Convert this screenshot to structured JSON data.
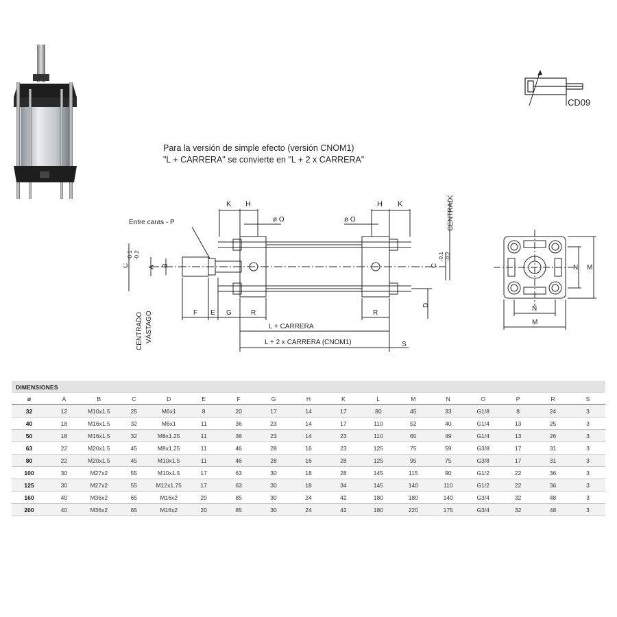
{
  "note": {
    "line1": "Para la versión de simple efecto (versión CNOM1)",
    "line2": "\"L + CARRERA\" se convierte en \"L + 2 x CARRERA\""
  },
  "symbol": {
    "code": "CD09"
  },
  "drawing": {
    "labels": {
      "k": "K",
      "h": "H",
      "phi_o": "ø O",
      "entre_caras": "Entre caras - P",
      "a": "A",
      "b": "B",
      "c": "C",
      "c_tol": "-0.1",
      "c_tol2": "-0.2",
      "centrado": "CENTRADO",
      "vastago": "VÁSTAGO",
      "f": "F",
      "e": "E",
      "g": "G",
      "r": "R",
      "d": "D",
      "l_carrera": "L + CARRERA",
      "l_2_carrera": "L + 2 x CARRERA (CNOM1)",
      "s": "S",
      "n": "N",
      "m": "M"
    }
  },
  "table": {
    "title": "DIMENSIONES",
    "headers": [
      "ø",
      "A",
      "B",
      "C",
      "D",
      "E",
      "F",
      "G",
      "H",
      "K",
      "L",
      "M",
      "N",
      "O",
      "P",
      "R",
      "S"
    ],
    "rows": [
      [
        "32",
        "12",
        "M10x1.5",
        "25",
        "M6x1",
        "8",
        "20",
        "17",
        "14",
        "17",
        "80",
        "45",
        "33",
        "G1/8",
        "8",
        "24",
        "3"
      ],
      [
        "40",
        "18",
        "M16x1.5",
        "32",
        "M6x1",
        "11",
        "36",
        "23",
        "14",
        "17",
        "110",
        "52",
        "40",
        "G1/4",
        "13",
        "25",
        "3"
      ],
      [
        "50",
        "18",
        "M16x1.5",
        "32",
        "M8x1.25",
        "11",
        "36",
        "23",
        "14",
        "23",
        "110",
        "65",
        "49",
        "G1/4",
        "13",
        "26",
        "3"
      ],
      [
        "63",
        "22",
        "M20x1.5",
        "45",
        "M8x1.25",
        "11",
        "46",
        "28",
        "16",
        "23",
        "125",
        "75",
        "59",
        "G3/8",
        "17",
        "31",
        "3"
      ],
      [
        "80",
        "22",
        "M20x1.5",
        "45",
        "M10x1.5",
        "11",
        "46",
        "28",
        "16",
        "28",
        "125",
        "95",
        "75",
        "G3/8",
        "17",
        "31",
        "3"
      ],
      [
        "100",
        "30",
        "M27x2",
        "55",
        "M10x1.5",
        "17",
        "63",
        "30",
        "18",
        "28",
        "145",
        "115",
        "90",
        "G1/2",
        "22",
        "36",
        "3"
      ],
      [
        "125",
        "30",
        "M27x2",
        "55",
        "M12x1.75",
        "17",
        "63",
        "30",
        "18",
        "34",
        "145",
        "140",
        "110",
        "G1/2",
        "22",
        "36",
        "3"
      ],
      [
        "160",
        "40",
        "M36x2",
        "65",
        "M16x2",
        "20",
        "85",
        "30",
        "24",
        "42",
        "180",
        "180",
        "140",
        "G3/4",
        "32",
        "48",
        "3"
      ],
      [
        "200",
        "40",
        "M36x2",
        "65",
        "M16x2",
        "20",
        "85",
        "30",
        "24",
        "42",
        "180",
        "220",
        "175",
        "G3/4",
        "32",
        "48",
        "3"
      ]
    ]
  }
}
